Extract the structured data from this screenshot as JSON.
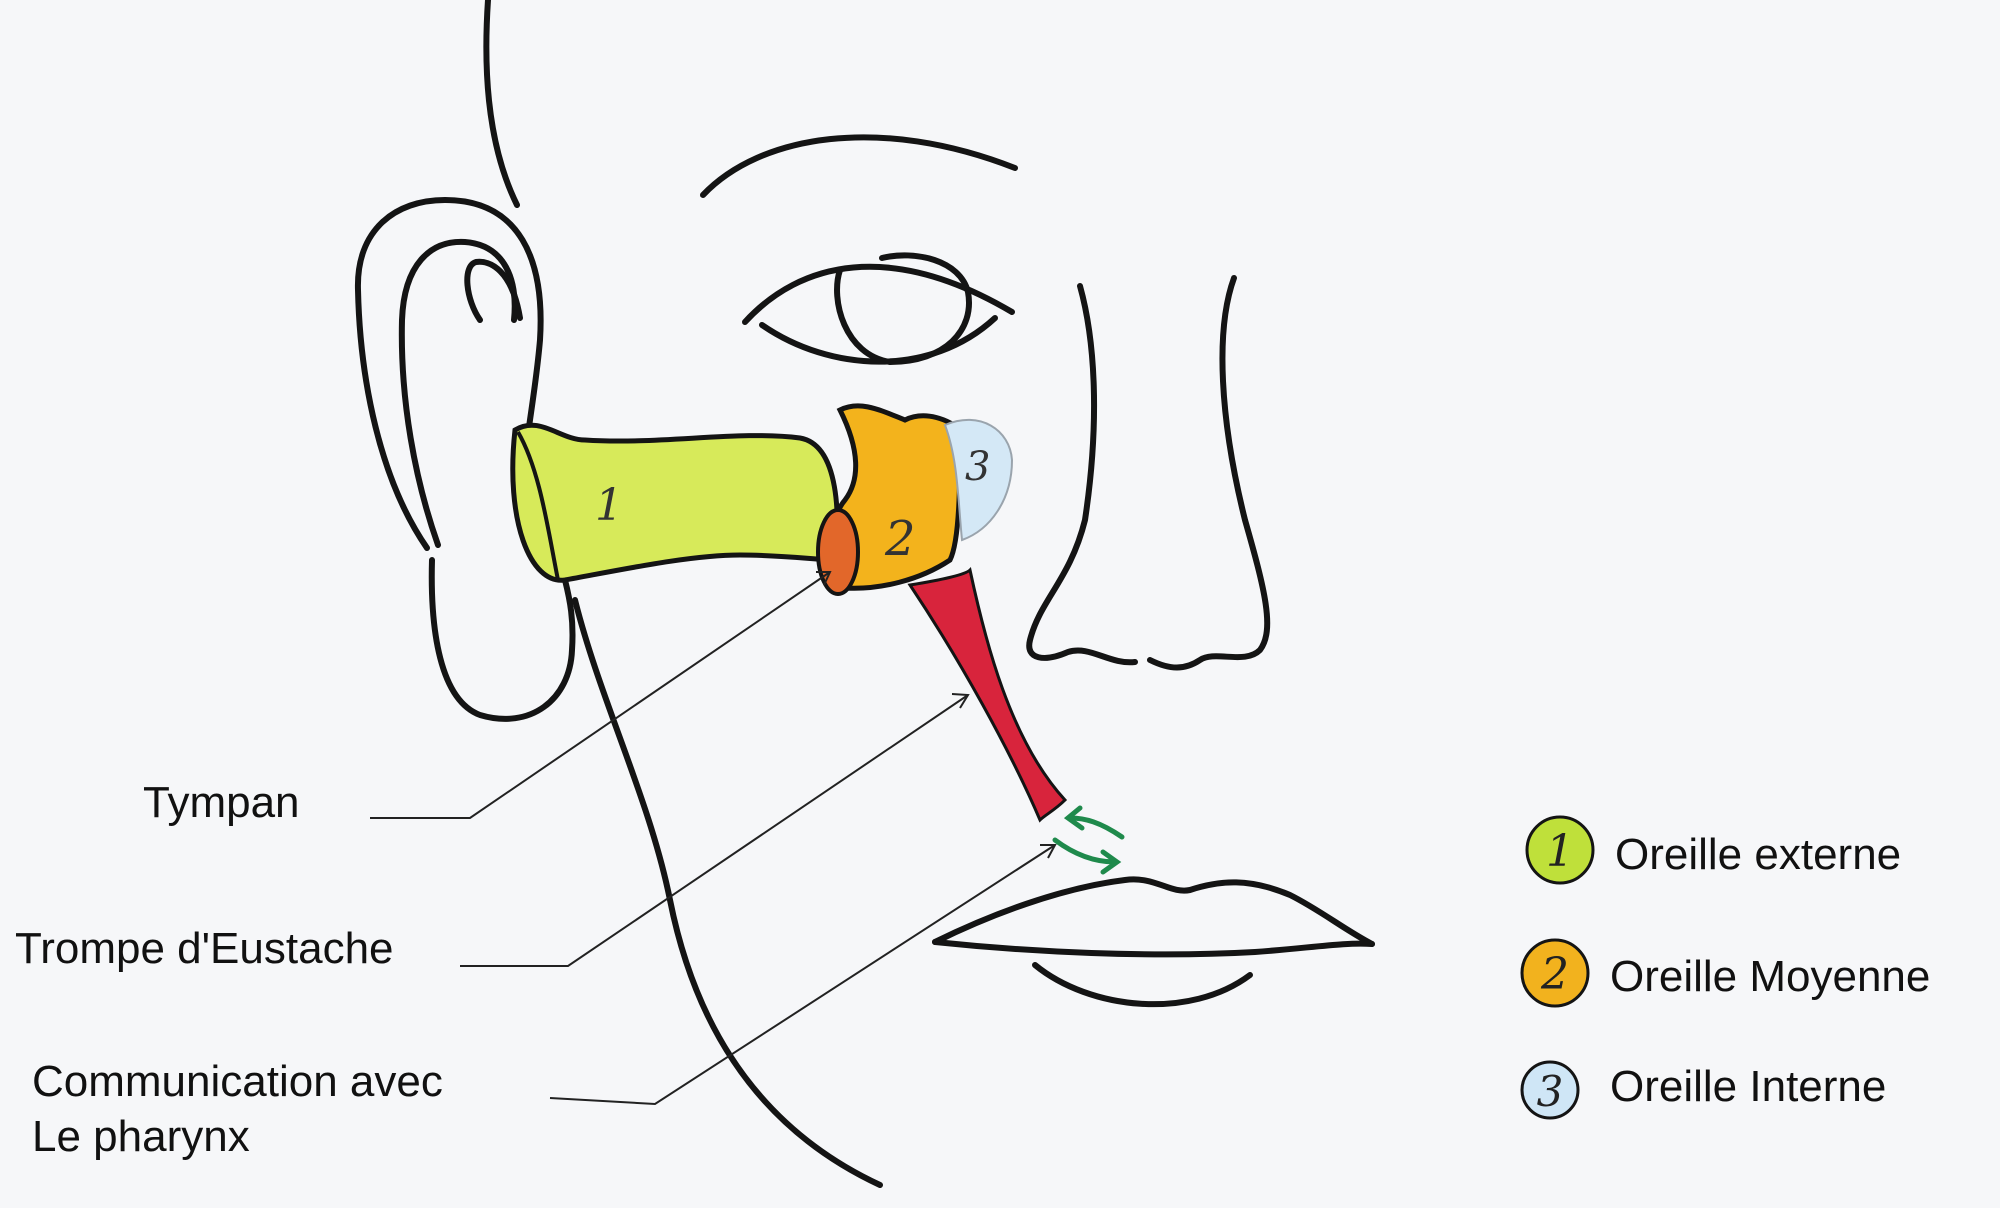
{
  "region_numbers": {
    "outer": "1",
    "middle": "2",
    "inner": "3"
  },
  "labels": {
    "tympan": "Tympan",
    "eustache": "Trompe d'Eustache",
    "communication_line1": "Communication avec",
    "communication_line2": "Le pharynx"
  },
  "legend": [
    {
      "number": "1",
      "label": "Oreille externe",
      "color": "#bfe03a"
    },
    {
      "number": "2",
      "label": "Oreille Moyenne",
      "color": "#f2b21e"
    },
    {
      "number": "3",
      "label": "Oreille Interne",
      "color": "#cfe6f6"
    }
  ],
  "colors": {
    "outer_ear": "#d7ea5a",
    "middle_ear": "#f3b31c",
    "inner_ear": "#d4e8f6",
    "tympan": "#e2672a",
    "eustachian_tube": "#d8243c",
    "arrows": "#1f8a4c"
  }
}
